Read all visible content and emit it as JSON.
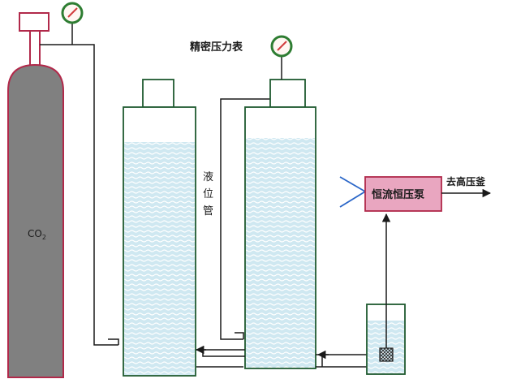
{
  "labels": {
    "cylinder_gas": "CO",
    "cylinder_gas_sub": "2",
    "precision_gauge": "精密压力表",
    "level_tube": [
      "液",
      "位",
      "管"
    ],
    "pump": "恒流恒压泵",
    "outlet": "去高压釜"
  },
  "colors": {
    "cylinder_fill": "#808080",
    "cylinder_outline": "#b1294a",
    "vessel_outline": "#1f5a30",
    "liquid": "#b9ddea",
    "pump_fill": "#e9a6c0",
    "pump_outline": "#b1294a",
    "intake_lines": "#2a66c8",
    "gauge_ring": "#2e7d32",
    "gauge_face": "#fff7f2",
    "gauge_needle": "#d23c3c",
    "pipe": "#1a1a1a"
  }
}
